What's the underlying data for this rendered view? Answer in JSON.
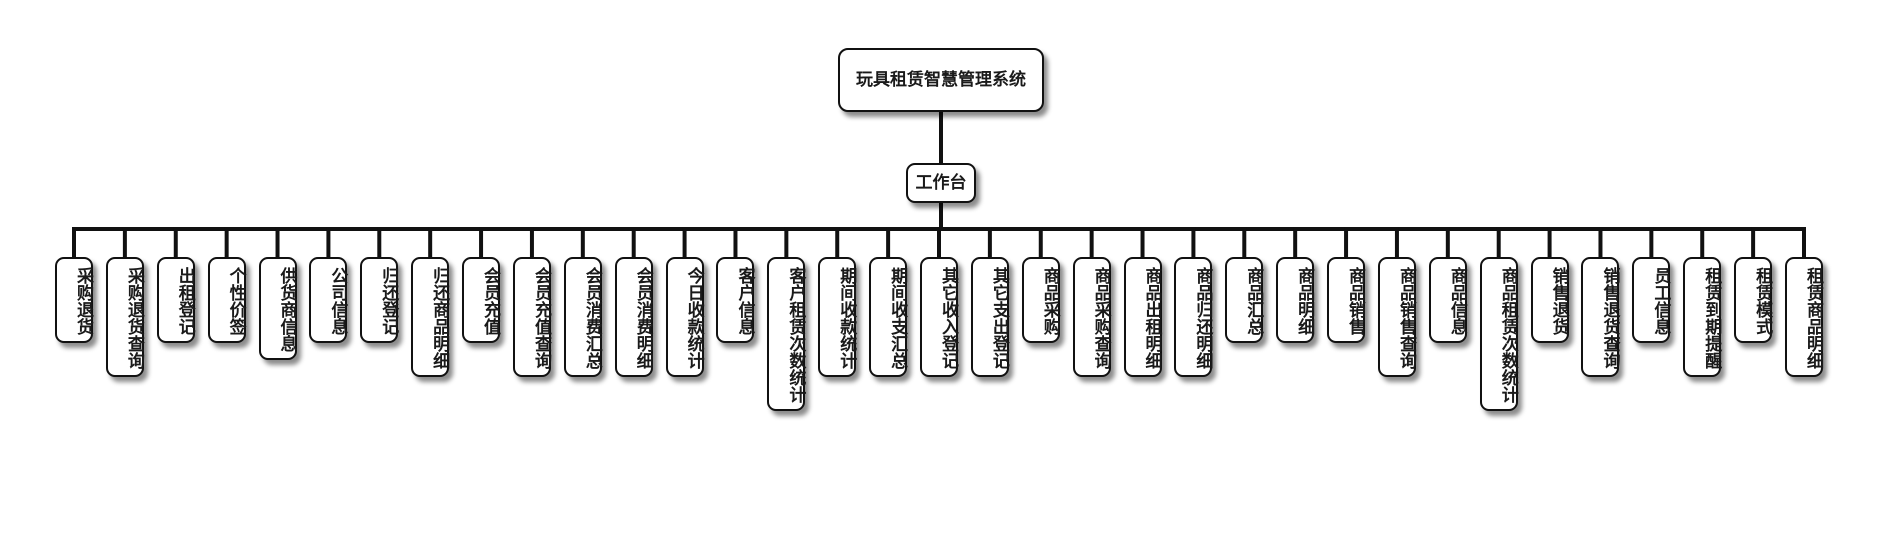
{
  "diagram": {
    "type": "tree",
    "root": "玩具租赁智慧管理系统",
    "workspace": "工作台",
    "children": [
      "采购退货",
      "采购退货查询",
      "出租登记",
      "个性价签",
      "供货商信息",
      "公司信息",
      "归还登记",
      "归还商品明细",
      "会员充值",
      "会员充值查询",
      "会员消费汇总",
      "会员消费明细",
      "今日收款统计",
      "客户信息",
      "客户租赁次数统计",
      "期间收款统计",
      "期间收支汇总",
      "其它收入登记",
      "其它支出登记",
      "商品采购",
      "商品采购查询",
      "商品出租明细",
      "商品归还明细",
      "商品汇总",
      "商品明细",
      "商品销售",
      "商品销售查询",
      "商品信息",
      "商品租赁次数统计",
      "销售退货",
      "销售退货查询",
      "员工信息",
      "租赁到期提醒",
      "租赁模式",
      "租赁商品明细"
    ]
  }
}
